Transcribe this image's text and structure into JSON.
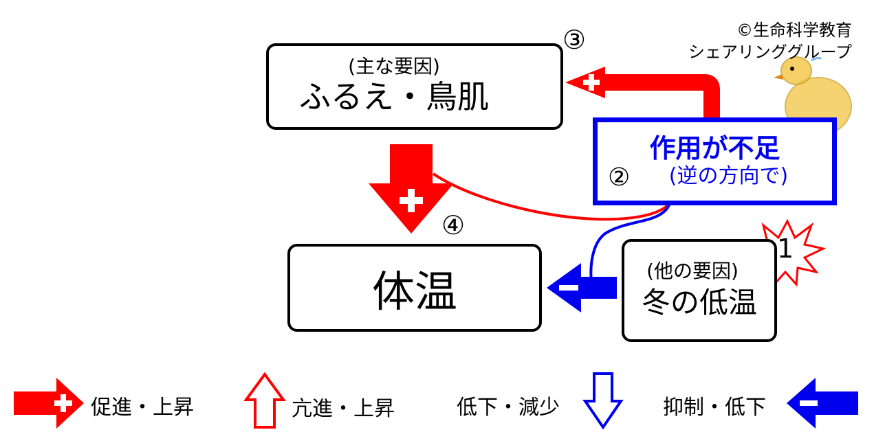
{
  "copyright": {
    "line1": "©生命科学教育",
    "line2": "シェアリンググループ"
  },
  "boxes": {
    "shivering": {
      "sub": "(主な要因)",
      "main": "ふるえ・鳥肌"
    },
    "body_temp": {
      "main": "体温"
    },
    "cold": {
      "sub": "(他の要因)",
      "main": "冬の低温"
    },
    "effect": {
      "main": "作用が不足",
      "sub": "(逆の方向で)"
    }
  },
  "step_numbers": {
    "one": "1",
    "two": "②",
    "three": "③",
    "four": "④"
  },
  "legend": {
    "promote": "促進・上昇",
    "hyper": "亢進・上昇",
    "decrease": "低下・減少",
    "inhibit": "抑制・低下"
  },
  "arrow_signs": {
    "plus": "+",
    "minus": "−"
  },
  "colors": {
    "red": "#ff0000",
    "blue": "#0000ee",
    "black": "#000000",
    "chick": "#f4c542"
  }
}
